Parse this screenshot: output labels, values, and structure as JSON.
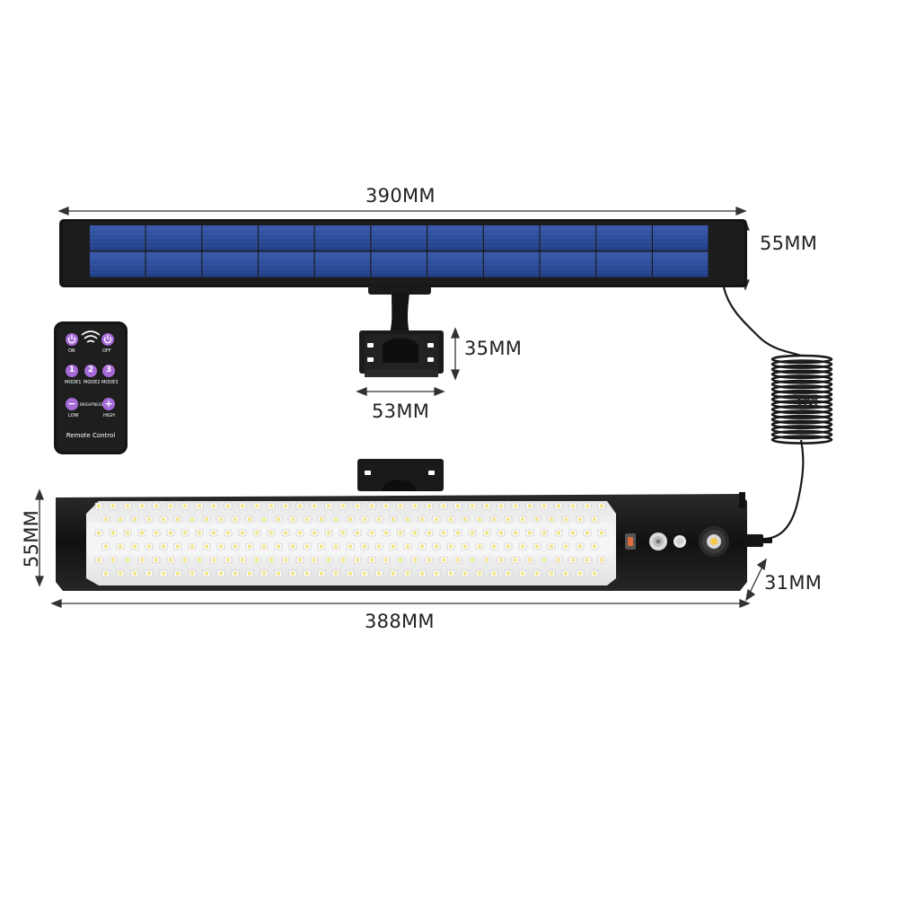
{
  "dimensions": {
    "panel_width": "390MM",
    "panel_height": "55MM",
    "mount_height": "35MM",
    "mount_width": "53MM",
    "cable_length": "3M",
    "light_height": "55MM",
    "light_depth": "31MM",
    "light_width": "388MM"
  },
  "remote": {
    "title": "Remote Control",
    "on": "ON",
    "off": "OFF",
    "mode1_num": "1",
    "mode2_num": "2",
    "mode3_num": "3",
    "mode1": "MODE1",
    "mode2": "MODE2",
    "mode3": "MODE3",
    "brightness": "BRIGHTNESS",
    "low": "LOW",
    "high": "HIGH",
    "minus": "−",
    "plus": "+"
  },
  "colors": {
    "solar_cell": "#2e4f9c",
    "frame": "#141414",
    "led": "#ffffff",
    "remote_button": "#a66ad8"
  },
  "icons": {
    "remote_power": "power-icon",
    "remote_signal": "wifi-signal-icon",
    "light_sensor": "motion-sensor-icon"
  }
}
